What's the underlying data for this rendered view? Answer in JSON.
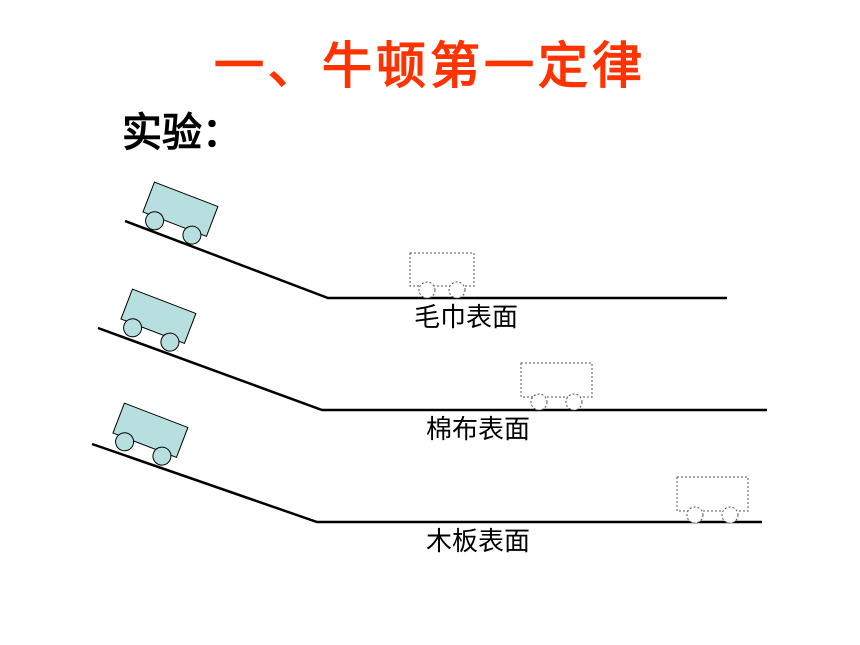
{
  "title": "一、牛顿第一定律",
  "subtitle": "实验：",
  "surfaces": [
    {
      "label": "毛巾表面"
    },
    {
      "label": "棉布表面"
    },
    {
      "label": "木板表面"
    }
  ],
  "colors": {
    "title": "#ff3300",
    "cart_fill": "#b8dfe0",
    "line": "#000000"
  }
}
